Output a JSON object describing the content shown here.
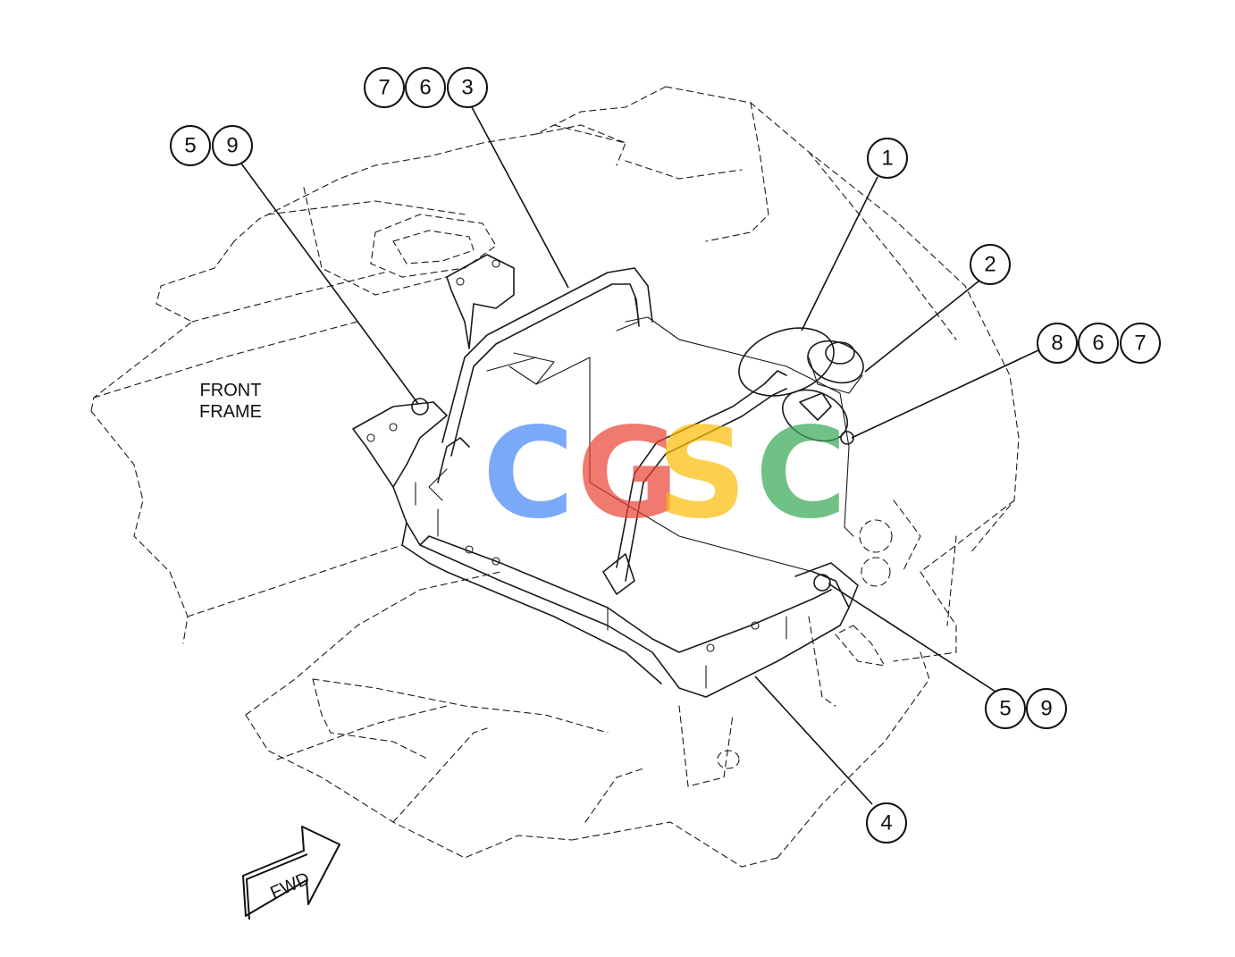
{
  "labels": {
    "front_frame_line1": "FRONT",
    "front_frame_line2": "FRAME",
    "fwd_arrow": "FWD"
  },
  "watermark": {
    "letters": [
      "C",
      "G",
      "S",
      "C"
    ],
    "colors": [
      "#4285f4",
      "#ea4335",
      "#fbbc05",
      "#34a853"
    ]
  },
  "callouts": [
    {
      "id": "callout-a",
      "numbers": [
        "7",
        "6",
        "3"
      ]
    },
    {
      "id": "callout-b",
      "numbers": [
        "5",
        "9"
      ]
    },
    {
      "id": "callout-c",
      "numbers": [
        "1"
      ]
    },
    {
      "id": "callout-d",
      "numbers": [
        "2"
      ]
    },
    {
      "id": "callout-e",
      "numbers": [
        "8",
        "6",
        "7"
      ]
    },
    {
      "id": "callout-f",
      "numbers": [
        "5",
        "9"
      ]
    },
    {
      "id": "callout-g",
      "numbers": [
        "4"
      ]
    }
  ]
}
